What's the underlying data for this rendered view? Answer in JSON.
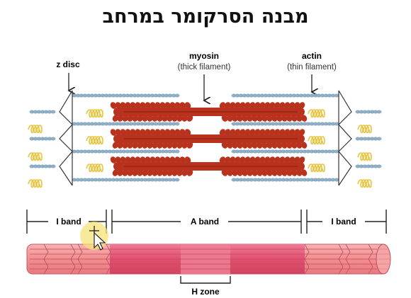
{
  "title": "מבנה הסרקומר במרחב",
  "labels": {
    "z_disc": "z disc",
    "myosin": "myosin",
    "myosin_sub": "(thick filament)",
    "actin": "actin",
    "actin_sub": "(thin filament)",
    "i_band_left": "I band",
    "a_band": "A band",
    "i_band_right": "I band",
    "h_zone": "H zone"
  },
  "colors": {
    "myosin": "#b8321e",
    "actin": "#8eb0c8",
    "titin": "#e8c440",
    "z_disc": "#333333",
    "fiber": "#f29a9a",
    "fiber_dark": "#e05a72",
    "cursor_highlight": "#f7e27a"
  },
  "cursor": {
    "icon": "move-cursor-icon"
  }
}
